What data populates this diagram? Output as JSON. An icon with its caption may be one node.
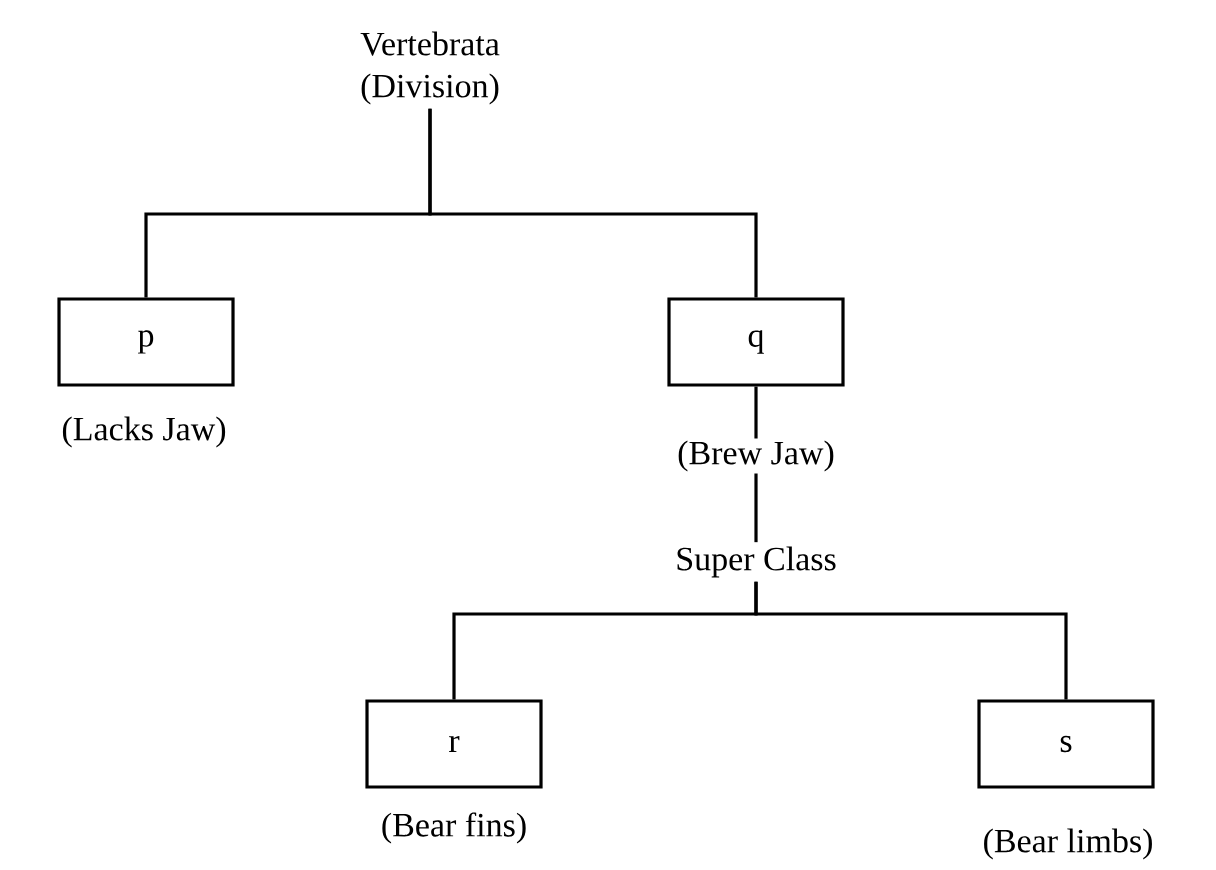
{
  "diagram": {
    "nodes": [
      {
        "text": [
          "Vertebrata",
          "(Division)"
        ]
      },
      {
        "text": [
          "p"
        ],
        "beside": [
          "(Lacks Jaw)"
        ]
      },
      {
        "text": [
          "q"
        ],
        "beside": [
          "(Brew Jaw)"
        ]
      },
      {
        "text": [
          "Super Class"
        ]
      },
      {
        "text": [
          "r"
        ],
        "beside": [
          "(Bear fins)"
        ]
      },
      {
        "text": [
          "s"
        ],
        "beside": [
          "(Bear limbs)"
        ]
      }
    ],
    "edges": [
      {
        "from": 0,
        "to": 1,
        "arrow": "none"
      },
      {
        "from": 0,
        "to": 2,
        "arrow": "none"
      },
      {
        "from": 2,
        "to": 3,
        "arrow": "none"
      },
      {
        "from": 3,
        "to": 4,
        "arrow": "none"
      },
      {
        "from": 3,
        "to": 5,
        "arrow": "none"
      }
    ]
  }
}
